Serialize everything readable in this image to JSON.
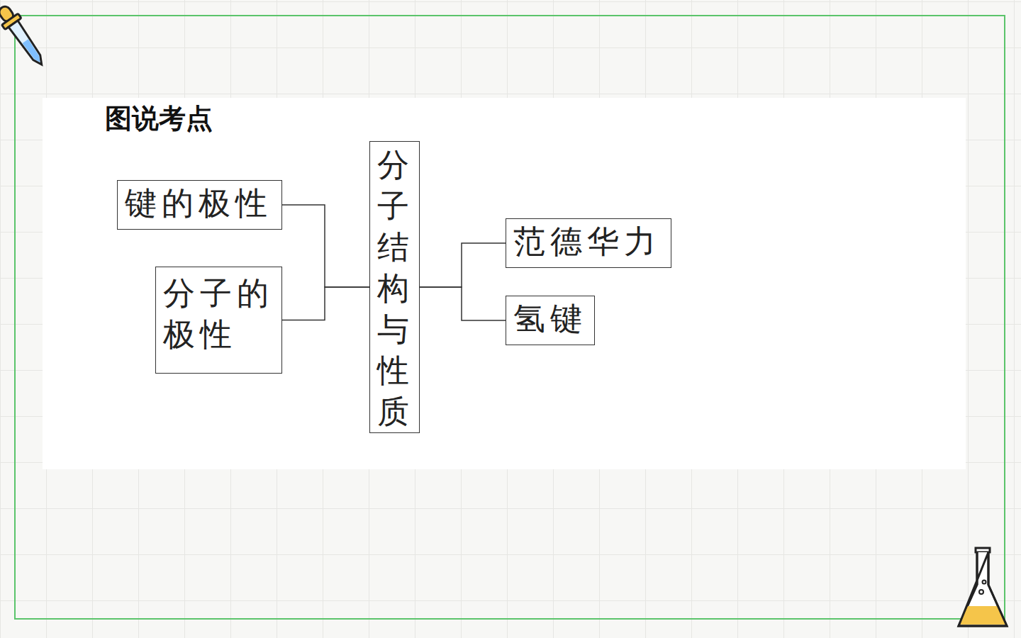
{
  "diagram": {
    "title": "图说考点",
    "nodes": [
      {
        "text": [
          "键的极性"
        ]
      },
      {
        "text": [
          "分子的极性"
        ]
      },
      {
        "text": [
          "分子结构与性质"
        ]
      },
      {
        "text": [
          "范德华力"
        ]
      },
      {
        "text": [
          "氢键"
        ]
      }
    ],
    "edges": [
      {
        "from": 0,
        "to": 2,
        "arrow": "none"
      },
      {
        "from": 1,
        "to": 2,
        "arrow": "none"
      },
      {
        "from": 2,
        "to": 3,
        "arrow": "none"
      },
      {
        "from": 2,
        "to": 4,
        "arrow": "none"
      }
    ]
  }
}
